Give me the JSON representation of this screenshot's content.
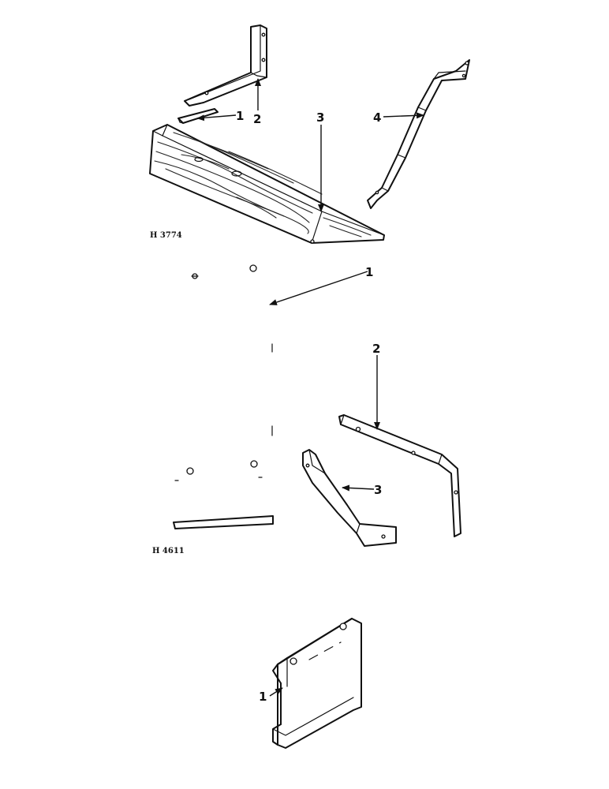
{
  "figures": [
    {
      "id": "H 3774",
      "callouts": [
        "1",
        "2",
        "3",
        "4"
      ]
    },
    {
      "id": "H 4611",
      "callouts": [
        "1",
        "2",
        "3"
      ]
    },
    {
      "callouts": [
        "1"
      ]
    }
  ],
  "colors": {
    "ink": "#111111",
    "paper": "#ffffff"
  }
}
